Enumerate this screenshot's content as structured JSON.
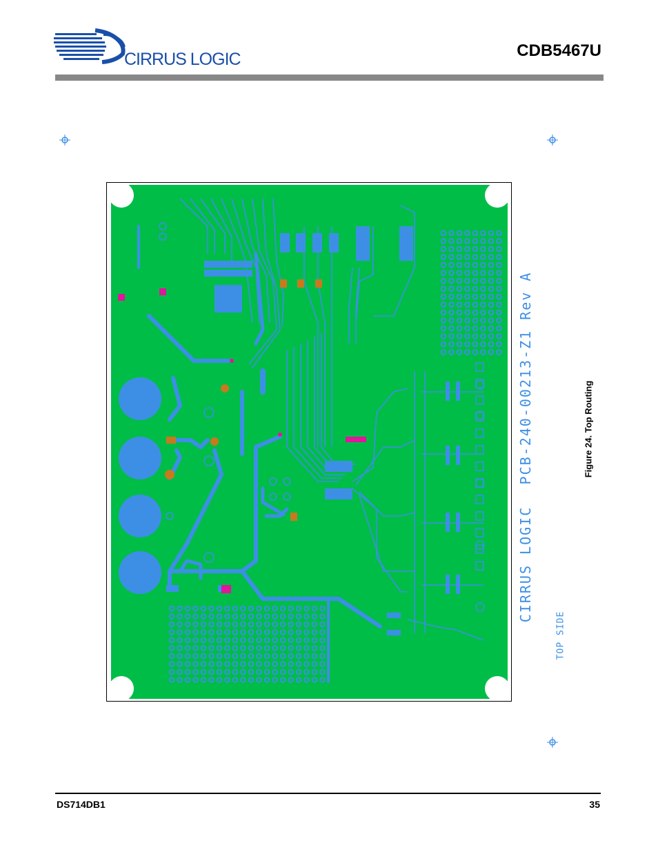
{
  "header": {
    "logo_text": "CIRRUS LOGIC",
    "doc_title": "CDB5467U"
  },
  "figure": {
    "caption": "Figure 24.  Top Routing",
    "silkscreen_part": "PCB-240-00213-Z1 Rev A",
    "silkscreen_brand": "CIRRUS LOGIC",
    "silkscreen_side": "TOP SIDE"
  },
  "footer": {
    "doc_id": "DS714DB1",
    "page_number": "35"
  },
  "colors": {
    "board_green": "#00bd48",
    "trace_blue": "#3d8fe6",
    "logo_blue": "#1a4fa8",
    "pad_orange": "#c77a1d",
    "pad_magenta": "#e0169c"
  }
}
